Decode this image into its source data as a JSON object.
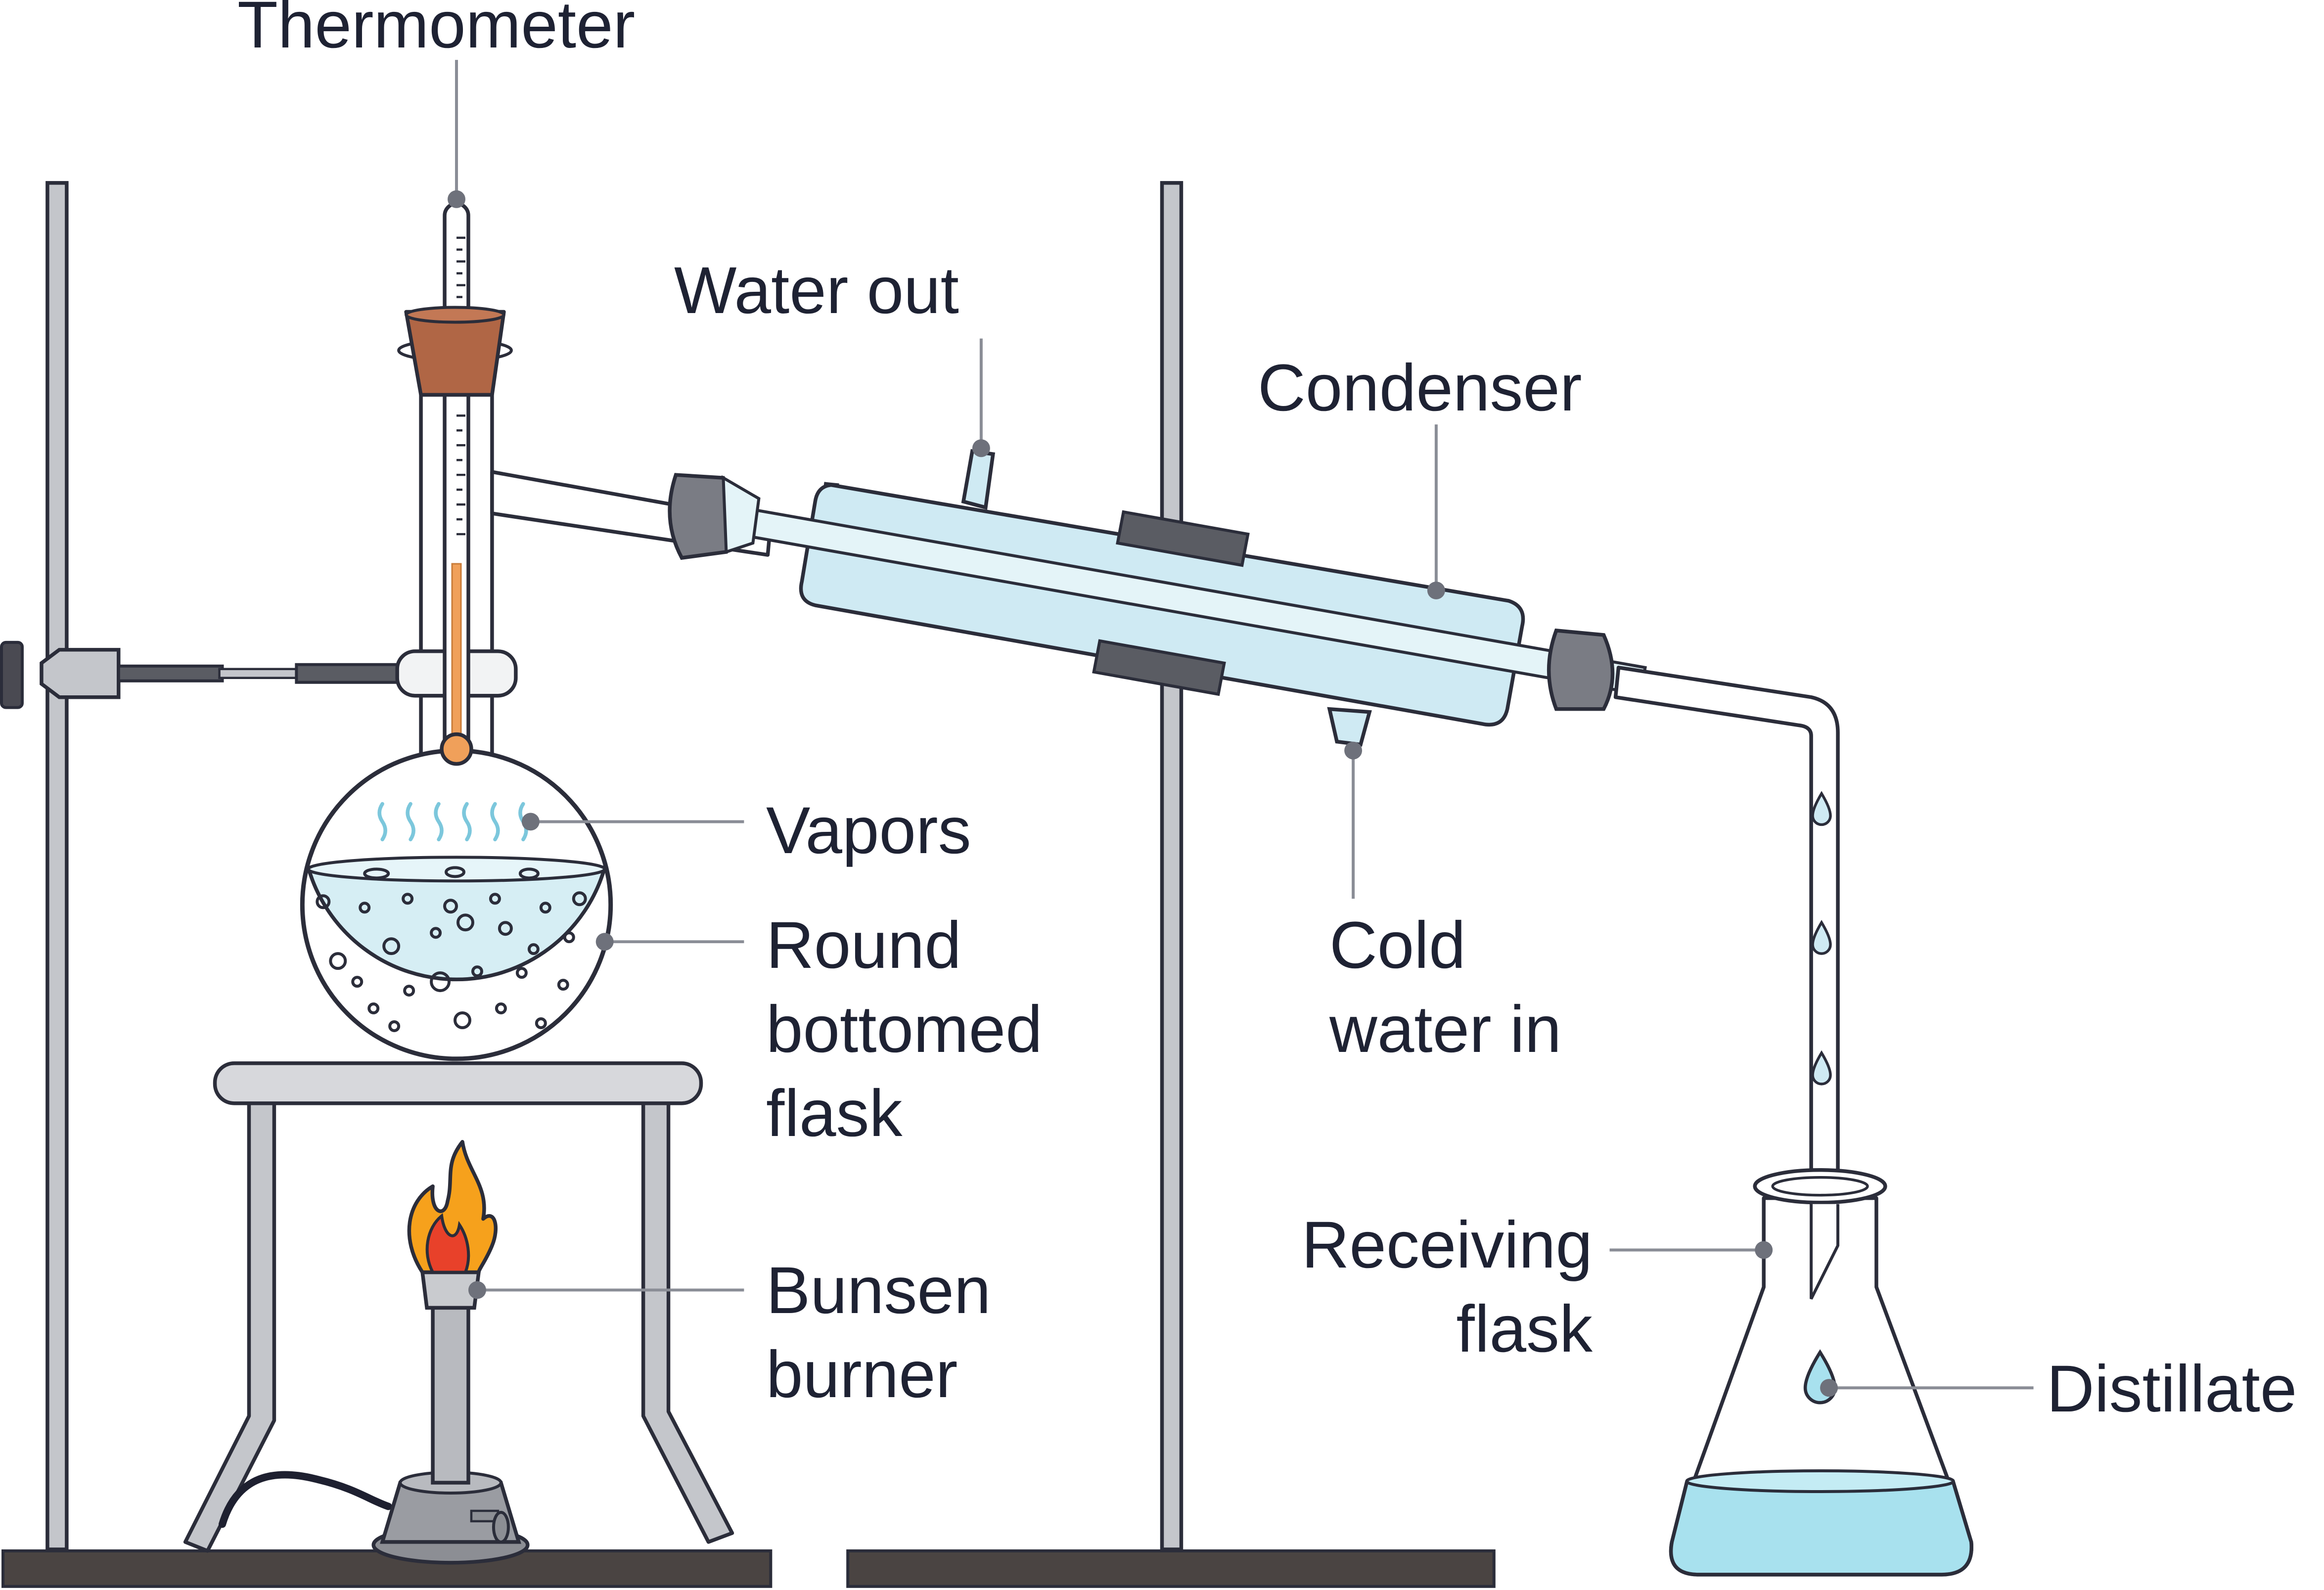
{
  "labels": {
    "thermometer": "Thermometer",
    "water_out": "Water out",
    "condenser": "Condenser",
    "vapors": "Vapors",
    "round_bottomed_flask": "Round\nbottomed\nflask",
    "bunsen_burner": "Bunsen\nburner",
    "cold_water_in": "Cold\nwater in",
    "receiving_flask": "Receiving\nflask",
    "distillate": "Distillate"
  },
  "colors": {
    "outline": "#2b2d3a",
    "liquid": "#d6eef4",
    "condenser_water": "#cfeaf3",
    "distillate": "#a8e1ee",
    "stopper": "#b06645",
    "metal": "#c4c6cb",
    "base": "#4a4442",
    "clamp": "#5a5c63",
    "mercury": "#f0a05a",
    "flame_outer": "#f6a11c",
    "flame_inner": "#e8412a",
    "leader": "#8a8d96"
  }
}
